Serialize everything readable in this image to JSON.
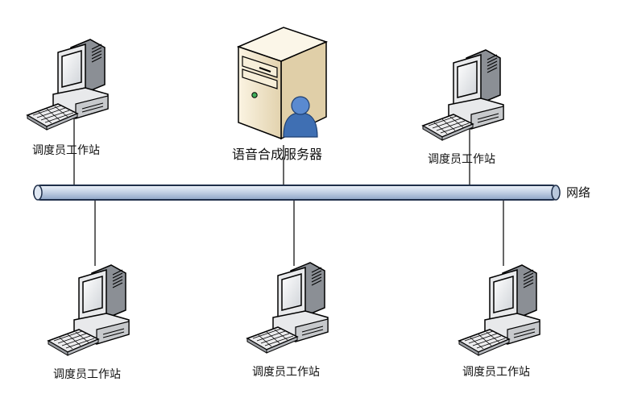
{
  "diagram": {
    "network_label": "网络",
    "server_label": "语音合成服务器",
    "workstations": [
      {
        "label": "调度员工作站"
      },
      {
        "label": "调度员工作站"
      },
      {
        "label": "调度员工作站"
      },
      {
        "label": "调度员工作站"
      },
      {
        "label": "调度员工作站"
      }
    ]
  },
  "colors": {
    "bus_fill": "#c5d3e6",
    "bus_stroke": "#1f2f4a",
    "case_fill": "#f2e6c9",
    "user_icon": "#3f6fb3"
  }
}
